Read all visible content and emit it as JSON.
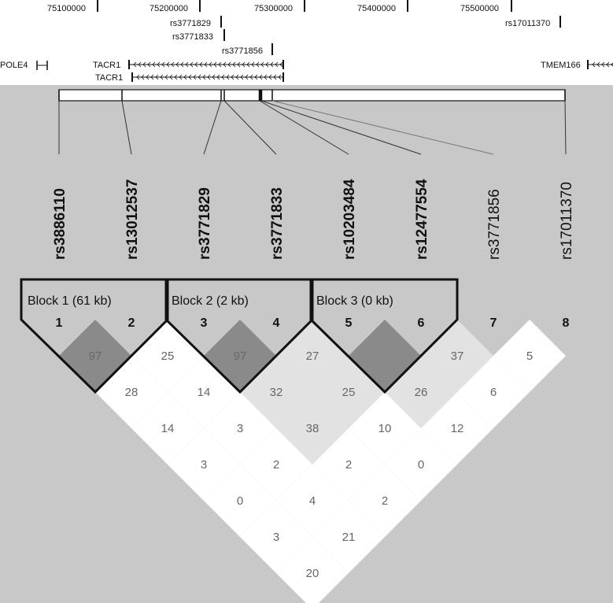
{
  "coordinate_axis": {
    "ticks": [
      "75100000",
      "75200000",
      "75300000",
      "75400000",
      "75500000"
    ]
  },
  "snp_markers": [
    "rs3771829",
    "rs3771833",
    "rs3771856",
    "rs17011370"
  ],
  "genes": [
    {
      "name": "POLE4"
    },
    {
      "name": "TACR1"
    },
    {
      "name": "TACR1"
    },
    {
      "name": "TMEM166"
    }
  ],
  "snps": [
    {
      "name": "rs3886110",
      "bold": true
    },
    {
      "name": "rs13012537",
      "bold": true
    },
    {
      "name": "rs3771829",
      "bold": true
    },
    {
      "name": "rs3771833",
      "bold": true
    },
    {
      "name": "rs10203484",
      "bold": true
    },
    {
      "name": "rs12477554",
      "bold": true
    },
    {
      "name": "rs3771856",
      "bold": false
    },
    {
      "name": "rs17011370",
      "bold": false
    }
  ],
  "marker_indices": [
    "1",
    "2",
    "3",
    "4",
    "5",
    "6",
    "7",
    "8"
  ],
  "blocks": [
    {
      "label": "Block 1 (61 kb)",
      "from": 1,
      "to": 2
    },
    {
      "label": "Block 2 (2 kb)",
      "from": 3,
      "to": 4
    },
    {
      "label": "Block 3 (0 kb)",
      "from": 5,
      "to": 6
    }
  ],
  "ld_cells": [
    {
      "i": 1,
      "j": 2,
      "label": "97",
      "shade": "#8a8a8a"
    },
    {
      "i": 2,
      "j": 3,
      "label": "25",
      "shade": "#ffffff"
    },
    {
      "i": 3,
      "j": 4,
      "label": "97",
      "shade": "#8a8a8a"
    },
    {
      "i": 4,
      "j": 5,
      "label": "27",
      "shade": "#e2e2e2"
    },
    {
      "i": 5,
      "j": 6,
      "label": "",
      "shade": "#8a8a8a"
    },
    {
      "i": 6,
      "j": 7,
      "label": "37",
      "shade": "#e2e2e2"
    },
    {
      "i": 7,
      "j": 8,
      "label": "5",
      "shade": "#ffffff"
    },
    {
      "i": 1,
      "j": 3,
      "label": "28",
      "shade": "#ffffff"
    },
    {
      "i": 2,
      "j": 4,
      "label": "14",
      "shade": "#ffffff"
    },
    {
      "i": 3,
      "j": 5,
      "label": "32",
      "shade": "#e2e2e2"
    },
    {
      "i": 4,
      "j": 6,
      "label": "25",
      "shade": "#e2e2e2"
    },
    {
      "i": 5,
      "j": 7,
      "label": "26",
      "shade": "#e2e2e2"
    },
    {
      "i": 6,
      "j": 8,
      "label": "6",
      "shade": "#ffffff"
    },
    {
      "i": 1,
      "j": 4,
      "label": "14",
      "shade": "#ffffff"
    },
    {
      "i": 2,
      "j": 5,
      "label": "3",
      "shade": "#ffffff"
    },
    {
      "i": 3,
      "j": 6,
      "label": "38",
      "shade": "#e2e2e2"
    },
    {
      "i": 4,
      "j": 7,
      "label": "10",
      "shade": "#ffffff"
    },
    {
      "i": 5,
      "j": 8,
      "label": "12",
      "shade": "#ffffff"
    },
    {
      "i": 1,
      "j": 5,
      "label": "3",
      "shade": "#ffffff"
    },
    {
      "i": 2,
      "j": 6,
      "label": "2",
      "shade": "#ffffff"
    },
    {
      "i": 3,
      "j": 7,
      "label": "2",
      "shade": "#ffffff"
    },
    {
      "i": 4,
      "j": 8,
      "label": "0",
      "shade": "#ffffff"
    },
    {
      "i": 1,
      "j": 6,
      "label": "0",
      "shade": "#ffffff"
    },
    {
      "i": 2,
      "j": 7,
      "label": "4",
      "shade": "#ffffff"
    },
    {
      "i": 3,
      "j": 8,
      "label": "2",
      "shade": "#ffffff"
    },
    {
      "i": 1,
      "j": 7,
      "label": "3",
      "shade": "#ffffff"
    },
    {
      "i": 2,
      "j": 8,
      "label": "21",
      "shade": "#ffffff"
    },
    {
      "i": 1,
      "j": 8,
      "label": "20",
      "shade": "#ffffff"
    }
  ],
  "colors": {
    "panel_background": "#c8c8c8",
    "high_ld": "#8a8a8a",
    "mid_ld": "#e2e2e2",
    "low_ld": "#ffffff",
    "outline": "#111111"
  }
}
